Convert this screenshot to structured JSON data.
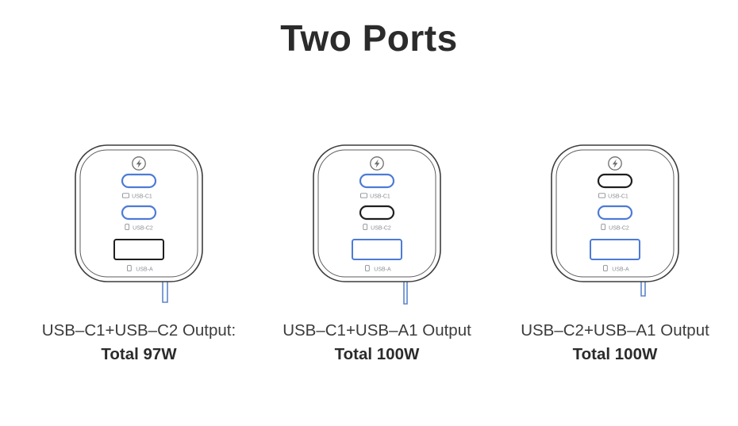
{
  "title": "Two Ports",
  "colors": {
    "background": "#ffffff",
    "title_text": "#2b2b2b",
    "caption_text": "#3c3c3c",
    "caption_total_text": "#2b2b2b",
    "active_port_blue": "#4d7bd6",
    "leader_line_blue": "#5f85cc",
    "inactive_port_black": "#1f1f1f",
    "body_outline": "#3d3d3d",
    "label_gray": "#8b8f94"
  },
  "port_labels": {
    "c1": "USB-C1",
    "c2": "USB-C2",
    "a": "USB-A"
  },
  "chargers": [
    {
      "ports": {
        "c1": "#4d7bd6",
        "c2": "#4d7bd6",
        "a": "#1f1f1f"
      },
      "caption": {
        "line1": "USB–C1+USB–C2 Output:",
        "line2": "Total 97W"
      }
    },
    {
      "ports": {
        "c1": "#4d7bd6",
        "c2": "#1f1f1f",
        "a": "#4d7bd6"
      },
      "caption": {
        "line1": "USB–C1+USB–A1 Output",
        "line2": "Total 100W"
      }
    },
    {
      "ports": {
        "c1": "#1f1f1f",
        "c2": "#4d7bd6",
        "a": "#4d7bd6"
      },
      "caption": {
        "line1": "USB–C2+USB–A1 Output",
        "line2": "Total 100W"
      }
    }
  ]
}
